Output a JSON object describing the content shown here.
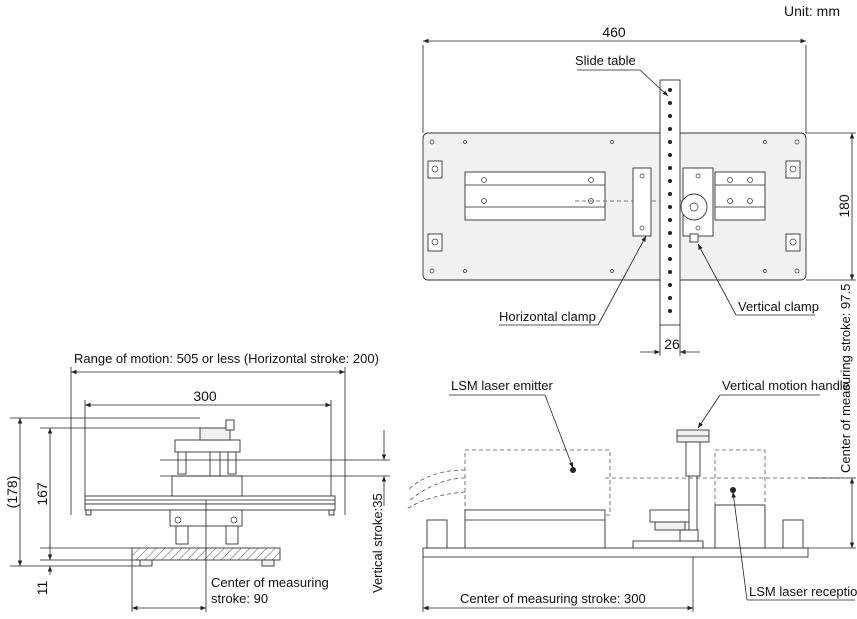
{
  "unit": "Unit: mm",
  "top_view": {
    "width_dim": "460",
    "height_dim": "180",
    "slide_width_dim": "26",
    "slide_table_label": "Slide table",
    "horizontal_clamp_label": "Horizontal clamp",
    "vertical_clamp_label": "Vertical clamp"
  },
  "side_view_left": {
    "range_label": "Range of motion: 505 or less (Horizontal stroke: 200)",
    "width_dim": "300",
    "height_dim_outer": "(178)",
    "height_dim_inner": "167",
    "base_dim": "11",
    "vertical_stroke": "Vertical stroke:35",
    "center_label_line1": "Center of measuring",
    "center_label_line2": "stroke: 90"
  },
  "side_view_right": {
    "emitter_label": "LSM laser emitter",
    "handle_label": "Vertical motion handle",
    "center_vertical": "Center of measuring stroke: 97.5",
    "center_horizontal": "Center of measuring stroke: 300",
    "reception_label": "LSM laser reception"
  }
}
